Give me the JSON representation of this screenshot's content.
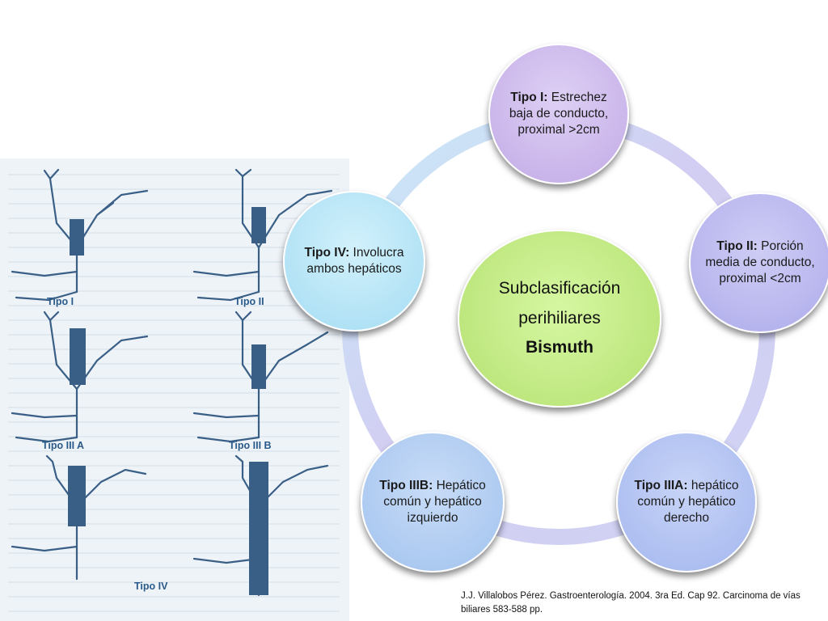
{
  "figure": {
    "labels": [
      "Tipo I",
      "Tipo II",
      "Tipo III A",
      "Tipo III B",
      "Tipo IV"
    ]
  },
  "diagram": {
    "center": {
      "line1": "Subclasificación",
      "line2": "perihiliares",
      "line3": "Bismuth"
    },
    "nodes": [
      {
        "bold": "Tipo I:",
        "text": " Estrechez baja de conducto, proximal >2cm"
      },
      {
        "bold": "Tipo II:",
        "text": " Porción media de conducto, proximal <2cm"
      },
      {
        "bold": "Tipo IIIA:",
        "text": " hepático común y hepático derecho"
      },
      {
        "bold": "Tipo IIIB:",
        "text": " Hepático común y hepático izquierdo"
      },
      {
        "bold": "Tipo IV:",
        "text": " Involucra ambos hepáticos"
      }
    ],
    "colors": {
      "center": "#c7f08a",
      "tipo_i": "#cdb8ec",
      "tipo_ii": "#b8b6ee",
      "tipo_iiia": "#aec0f0",
      "tipo_iiib": "#aecaf0",
      "tipo_iv": "#b4e4f6"
    }
  },
  "citation": "J.J. Villalobos Pérez. Gastroenterología. 2004. 3ra Ed. Cap 92. Carcinoma de vías biliares 583-588 pp."
}
